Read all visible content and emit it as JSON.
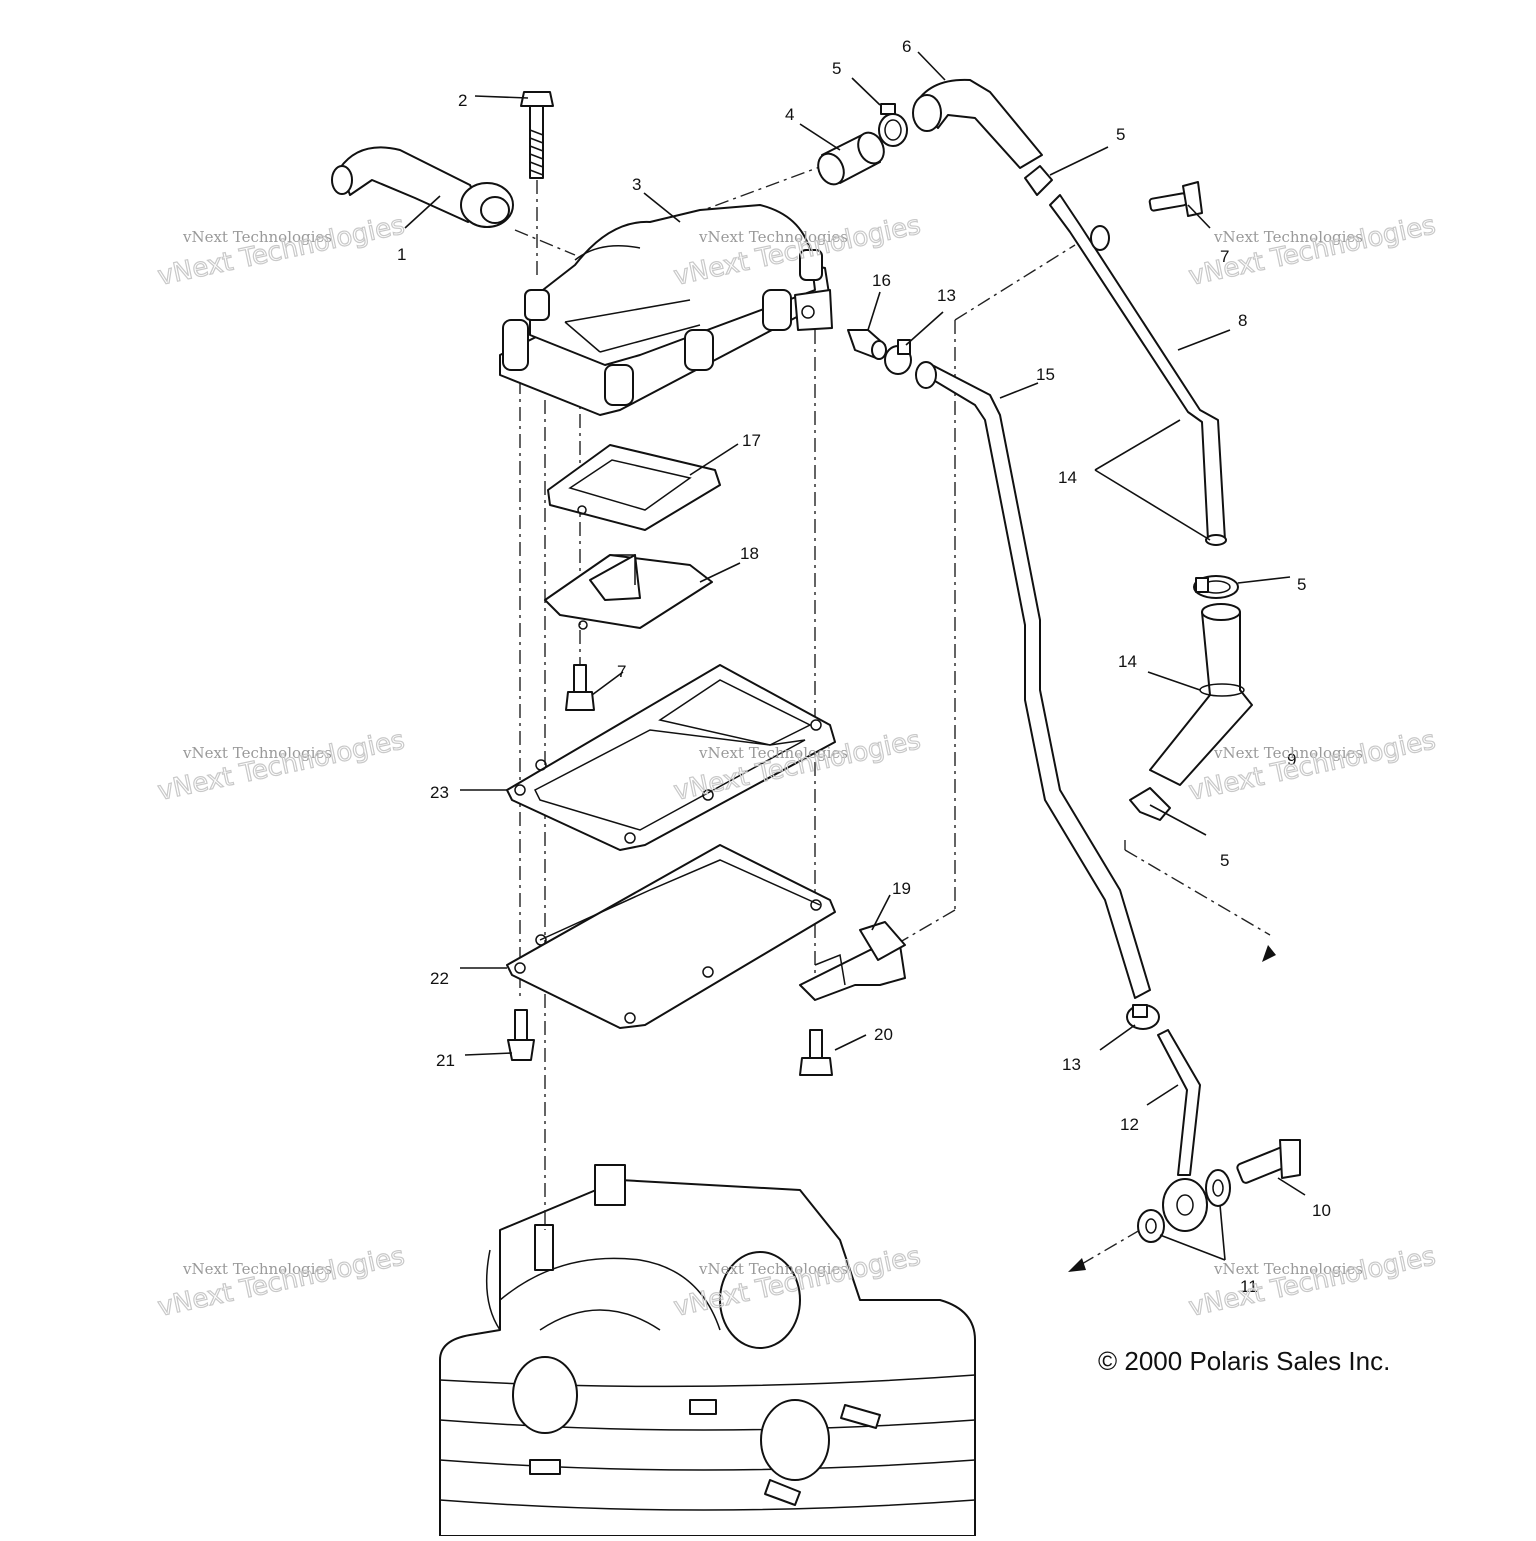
{
  "diagram": {
    "callouts": [
      "1",
      "2",
      "3",
      "4",
      "5",
      "5",
      "5",
      "5",
      "6",
      "7",
      "7",
      "8",
      "9",
      "10",
      "11",
      "12",
      "13",
      "13",
      "14",
      "14",
      "15",
      "16",
      "17",
      "18",
      "19",
      "20",
      "21",
      "22",
      "23"
    ],
    "copyright": "© 2000 Polaris Sales Inc.",
    "watermark": {
      "line1": "vNext Technologies",
      "line2": "vNext Technologies"
    }
  },
  "colors": {
    "ink": "#111111",
    "watermark": "#9a9a9a",
    "background": "#ffffff"
  }
}
